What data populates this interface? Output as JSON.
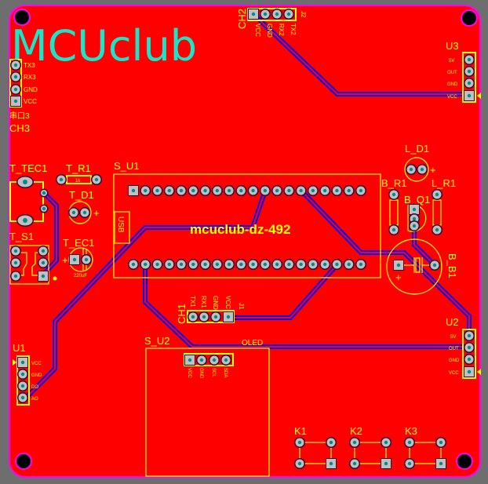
{
  "board": {
    "color": "#ff0000",
    "outline": "#ff00ff",
    "silk": "#ffff00",
    "trace": "#0000ff",
    "logo_color": "#19e6c8"
  },
  "logo": "MCUclub",
  "ch3": {
    "designator": "CH3",
    "pins": [
      "TX3",
      "RX3",
      "GND",
      "VCC"
    ],
    "caption": "串口3"
  },
  "ch2": {
    "designator": "CH2",
    "pins": [
      "VCC",
      "GND",
      "RX2",
      "TX2"
    ],
    "ref": "J2"
  },
  "ch1": {
    "designator": "CH1",
    "pins": [
      "TX1",
      "RX1",
      "GND",
      "VCC"
    ],
    "ref": "J1"
  },
  "u3": {
    "designator": "U3",
    "pins": [
      "5V",
      "OUT",
      "GND",
      "VCC"
    ]
  },
  "u2": {
    "designator": "U2",
    "pins": [
      "5V",
      "OUT",
      "GND",
      "VCC"
    ]
  },
  "u1": {
    "designator": "U1",
    "pins": [
      "VCC",
      "GND",
      "DO",
      "AO"
    ]
  },
  "t_tec1": {
    "designator": "T_TEC1"
  },
  "t_r1": {
    "designator": "T_R1",
    "value": "1k"
  },
  "t_d1": {
    "designator": "T_D1",
    "plus": "+"
  },
  "t_s1": {
    "designator": "T_S1"
  },
  "t_ec1": {
    "designator": "T_EC1",
    "value": "220uF",
    "plus": "+"
  },
  "s_u1": {
    "designator": "S_U1",
    "usb": "USB",
    "title": "mcuclub-dz-492"
  },
  "l_d1": {
    "designator": "L_D1",
    "plus": "+"
  },
  "b_r1": {
    "designator": "B_R1"
  },
  "l_r1": {
    "designator": "L_R1"
  },
  "b_q1": {
    "designator": "B_Q1"
  },
  "b_b1": {
    "designator": "B_B1",
    "plus": "+"
  },
  "s_u2": {
    "designator": "S_U2",
    "title": "OLED",
    "pins": [
      "VCC",
      "GND",
      "SCL",
      "SDA"
    ]
  },
  "keys": [
    "K1",
    "K2",
    "K3"
  ]
}
